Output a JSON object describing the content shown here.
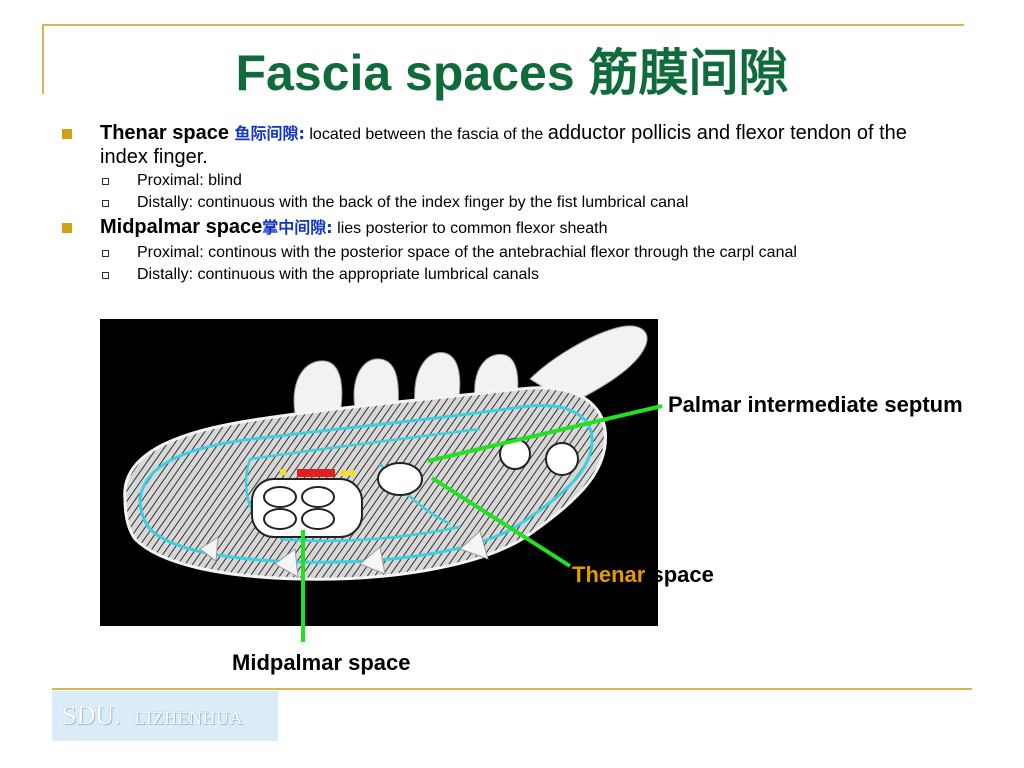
{
  "slide": {
    "title_en": "Fascia spaces ",
    "title_cn": "筋膜间隙",
    "bullets": [
      {
        "head": "Thenar space ",
        "cn": "鱼际间隙:",
        "text_small": " located between the fascia of the ",
        "text": "adductor pollicis and flexor tendon of the index finger.",
        "subs": [
          "Proximal: blind",
          "Distally: continuous with the back of the index finger by the fist lumbrical canal"
        ]
      },
      {
        "head": "Midpalmar space",
        "cn": "掌中间隙:",
        "text_small": " lies posterior to common flexor sheath",
        "text": "",
        "subs": [
          "Proximal: continous with the posterior space of the antebrachial flexor through the carpl canal",
          "Distally: continuous with the appropriate lumbrical canals"
        ]
      }
    ]
  },
  "labels": {
    "septum": "Palmar intermediate septum",
    "thenar_1": "Thenar",
    "thenar_2": " space",
    "midpalmar": "Midpalmar space"
  },
  "footer": {
    "logo_big": "SDU.",
    "logo_small": "LIZHENHUA"
  },
  "colors": {
    "title": "#0f6b3a",
    "bullet": "#d4a017",
    "cn_text": "#1033c8",
    "pointer": "#22e022",
    "fascia": "#3ad0e0",
    "rule": "#d8b552"
  }
}
